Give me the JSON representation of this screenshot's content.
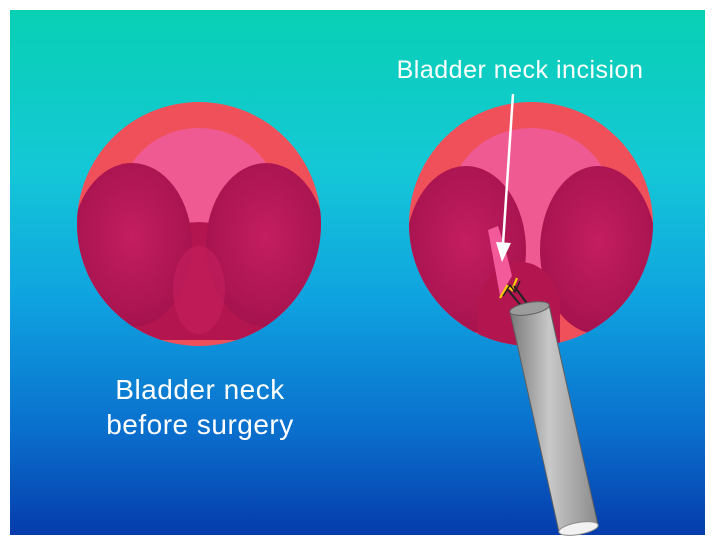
{
  "labels": {
    "incision": "Bladder neck incision",
    "before_line1": "Bladder neck",
    "before_line2": "before surgery"
  },
  "colors": {
    "background_top": "#08d0b4",
    "background_mid": "#0fa3e0",
    "background_bottom": "#063cac",
    "bladder_outer": "#f0505a",
    "bladder_inner": "#ef5a92",
    "lobe": "#b81a58",
    "instrument": "#a8a8a8",
    "label_text": "#ffffff"
  },
  "icons": {
    "arrow": "arrow-down-icon",
    "instrument": "resectoscope-icon"
  }
}
